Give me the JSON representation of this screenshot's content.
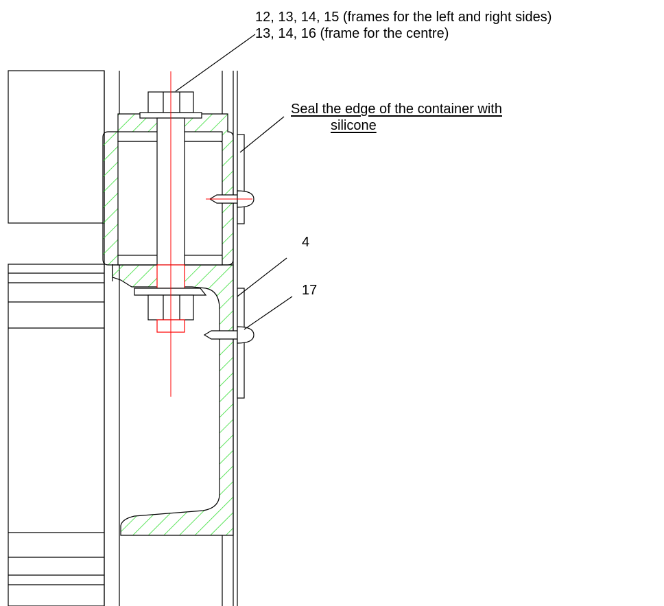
{
  "callouts": {
    "frames_sides": "12, 13, 14, 15 (frames for the left and right sides)",
    "frames_centre": "13, 14, 16 (frame for the centre)",
    "seal_line1": "Seal the edge of the container with",
    "seal_line2": "silicone",
    "part_4": "4",
    "part_17": "17"
  },
  "colors": {
    "outline": "#000000",
    "hatch": "#33dd33",
    "centerline": "#ff0000"
  }
}
